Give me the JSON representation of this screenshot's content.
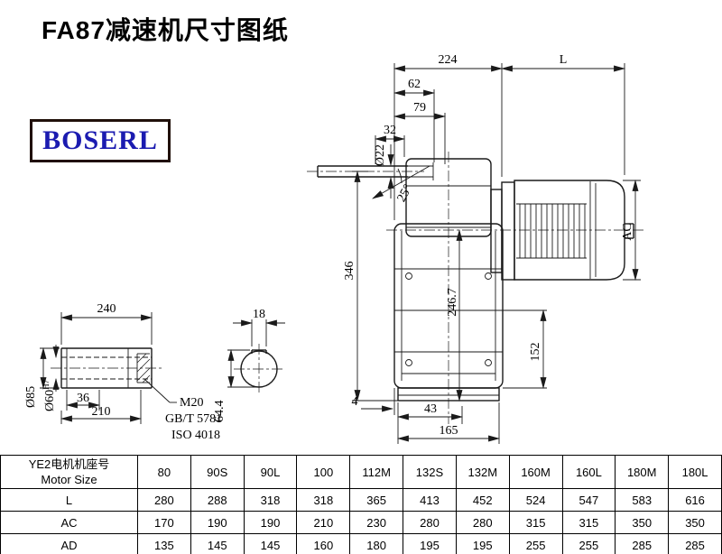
{
  "title": "FA87减速机尺寸图纸",
  "logo": "BOSERL",
  "colors": {
    "logo_text": "#1b1bb0",
    "logo_border": "#20100a",
    "line": "#1a1a1a"
  },
  "dims": {
    "d224": "224",
    "L": "L",
    "d62": "62",
    "d79": "79",
    "d32": "32",
    "phi22": "Ø22",
    "a25": "25°",
    "d346": "346",
    "d2467": "246.7",
    "AC": "AC",
    "d152": "152",
    "d4": "4",
    "d43": "43",
    "d165": "165",
    "d240": "240",
    "phi85": "Ø85",
    "phi60": "Ø60",
    "phi60_tol": "H7",
    "d36": "36",
    "d210": "210",
    "m20": "M20",
    "gbt": "GB/T 5781",
    "iso": "ISO 4018",
    "d18": "18",
    "d644": "64.4"
  },
  "table": {
    "head_cn": "YE2电机机座号",
    "head_en": "Motor Size",
    "columns": [
      "80",
      "90S",
      "90L",
      "100",
      "112M",
      "132S",
      "132M",
      "160M",
      "160L",
      "180M",
      "180L"
    ],
    "rows": [
      {
        "label": "L",
        "values": [
          "280",
          "288",
          "318",
          "318",
          "365",
          "413",
          "452",
          "524",
          "547",
          "583",
          "616"
        ]
      },
      {
        "label": "AC",
        "values": [
          "170",
          "190",
          "190",
          "210",
          "230",
          "280",
          "280",
          "315",
          "315",
          "350",
          "350"
        ]
      },
      {
        "label": "AD",
        "values": [
          "135",
          "145",
          "145",
          "160",
          "180",
          "195",
          "195",
          "255",
          "255",
          "285",
          "285"
        ]
      }
    ]
  }
}
